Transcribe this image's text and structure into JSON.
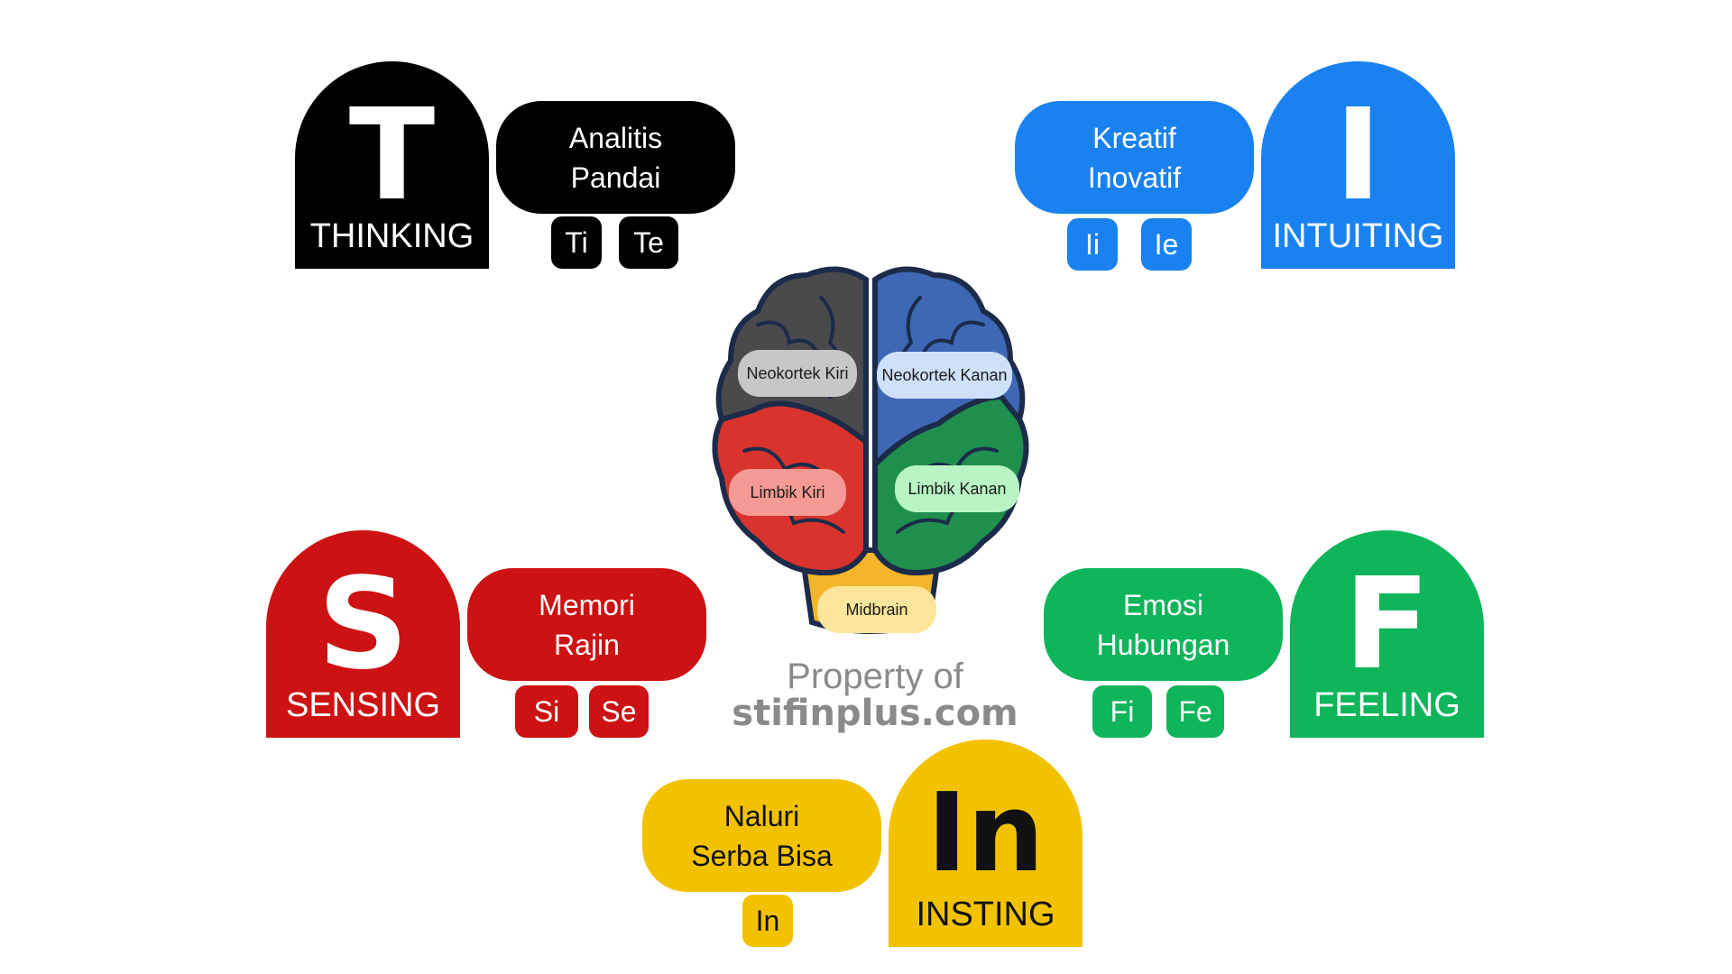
{
  "colors": {
    "thinking": "#000000",
    "intuiting": "#1a82f0",
    "sensing": "#cc1212",
    "feeling": "#0fb55b",
    "insting": "#f2c200",
    "brain_outline": "#1c2b4a"
  },
  "thinking": {
    "letter": "T",
    "name": "THINKING",
    "traits": [
      "Analitis",
      "Pandai"
    ],
    "functions": [
      "Ti",
      "Te"
    ]
  },
  "intuiting": {
    "letter": "I",
    "name": "INTUITING",
    "traits": [
      "Kreatif",
      "Inovatif"
    ],
    "functions": [
      "Ii",
      "Ie"
    ]
  },
  "sensing": {
    "letter": "S",
    "name": "SENSING",
    "traits": [
      "Memori",
      "Rajin"
    ],
    "functions": [
      "Si",
      "Se"
    ]
  },
  "feeling": {
    "letter": "F",
    "name": "FEELING",
    "traits": [
      "Emosi",
      "Hubungan"
    ],
    "functions": [
      "Fi",
      "Fe"
    ]
  },
  "insting": {
    "letter": "In",
    "name": "INSTING",
    "traits": [
      "Naluri",
      "Serba Bisa"
    ],
    "functions": [
      "In"
    ]
  },
  "brain": {
    "neokortek_kiri": "Neokortek Kiri",
    "neokortek_kanan": "Neokortek Kanan",
    "limbik_kiri": "Limbik Kiri",
    "limbik_kanan": "Limbik Kanan",
    "midbrain": "Midbrain"
  },
  "watermark": {
    "line1": "Property of",
    "line2": "stifinplus.com"
  }
}
